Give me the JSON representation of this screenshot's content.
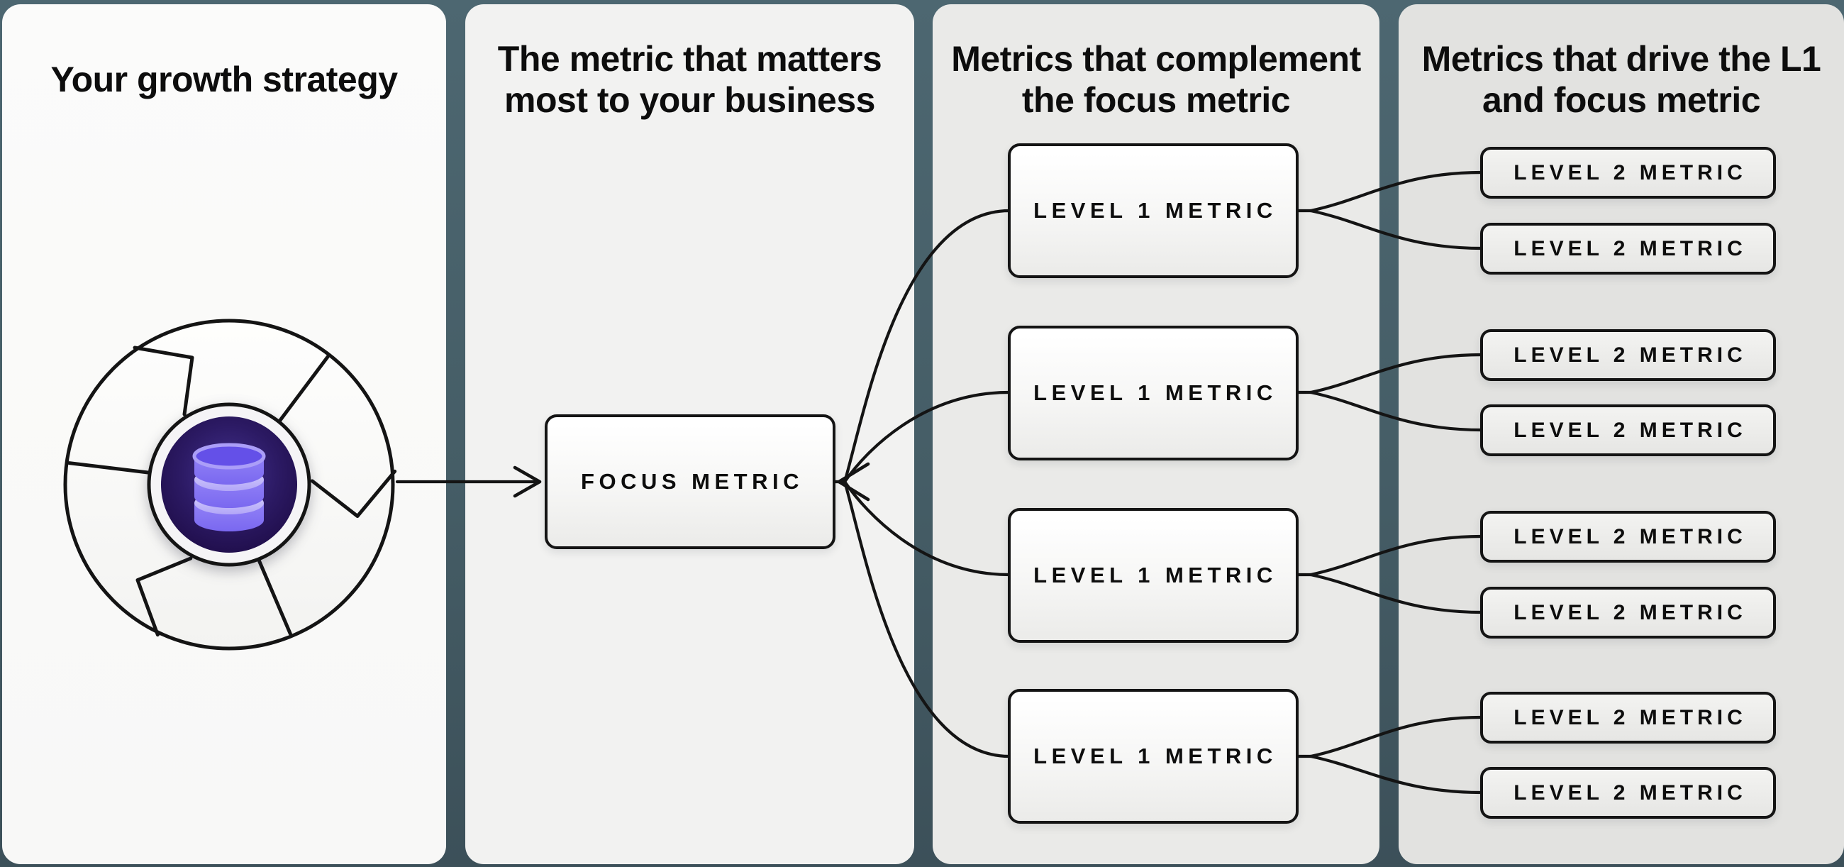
{
  "panels": [
    {
      "title_lines": [
        "Your growth strategy",
        ""
      ]
    },
    {
      "title_lines": [
        "The metric that matters",
        "most to your business"
      ],
      "box_label": "FOCUS METRIC"
    },
    {
      "title_lines": [
        "Metrics that complement",
        "the focus metric"
      ],
      "boxes": [
        "LEVEL 1 METRIC",
        "LEVEL 1 METRIC",
        "LEVEL 1 METRIC",
        "LEVEL 1 METRIC"
      ]
    },
    {
      "title_lines": [
        "Metrics that drive the L1",
        "and focus metric"
      ],
      "boxes": [
        "LEVEL 2 METRIC",
        "LEVEL 2 METRIC",
        "LEVEL 2 METRIC",
        "LEVEL 2 METRIC",
        "LEVEL 2 METRIC",
        "LEVEL 2 METRIC",
        "LEVEL 2 METRIC",
        "LEVEL 2 METRIC"
      ]
    }
  ],
  "icons": {
    "flywheel": "flywheel-icon",
    "database": "database-icon"
  },
  "colors": {
    "bg-top": "#4d6771",
    "bg-mid": "#455d66",
    "bg-bottom": "#3c5059",
    "panel1": "#f8f8f7",
    "panel2": "#f2f2f1",
    "panel3": "#eaeae8",
    "panel4": "#e2e2e0",
    "line": "#141414",
    "box-border": "#141414",
    "text": "#0d0d0d",
    "box-a": "#ffffff",
    "box-b": "#ebebe9",
    "box2-a": "#f3f3f1",
    "box2-b": "#e6e6e4",
    "hub-dark-purple": "#2c1a64",
    "disc-purple": "#8a7af4"
  }
}
